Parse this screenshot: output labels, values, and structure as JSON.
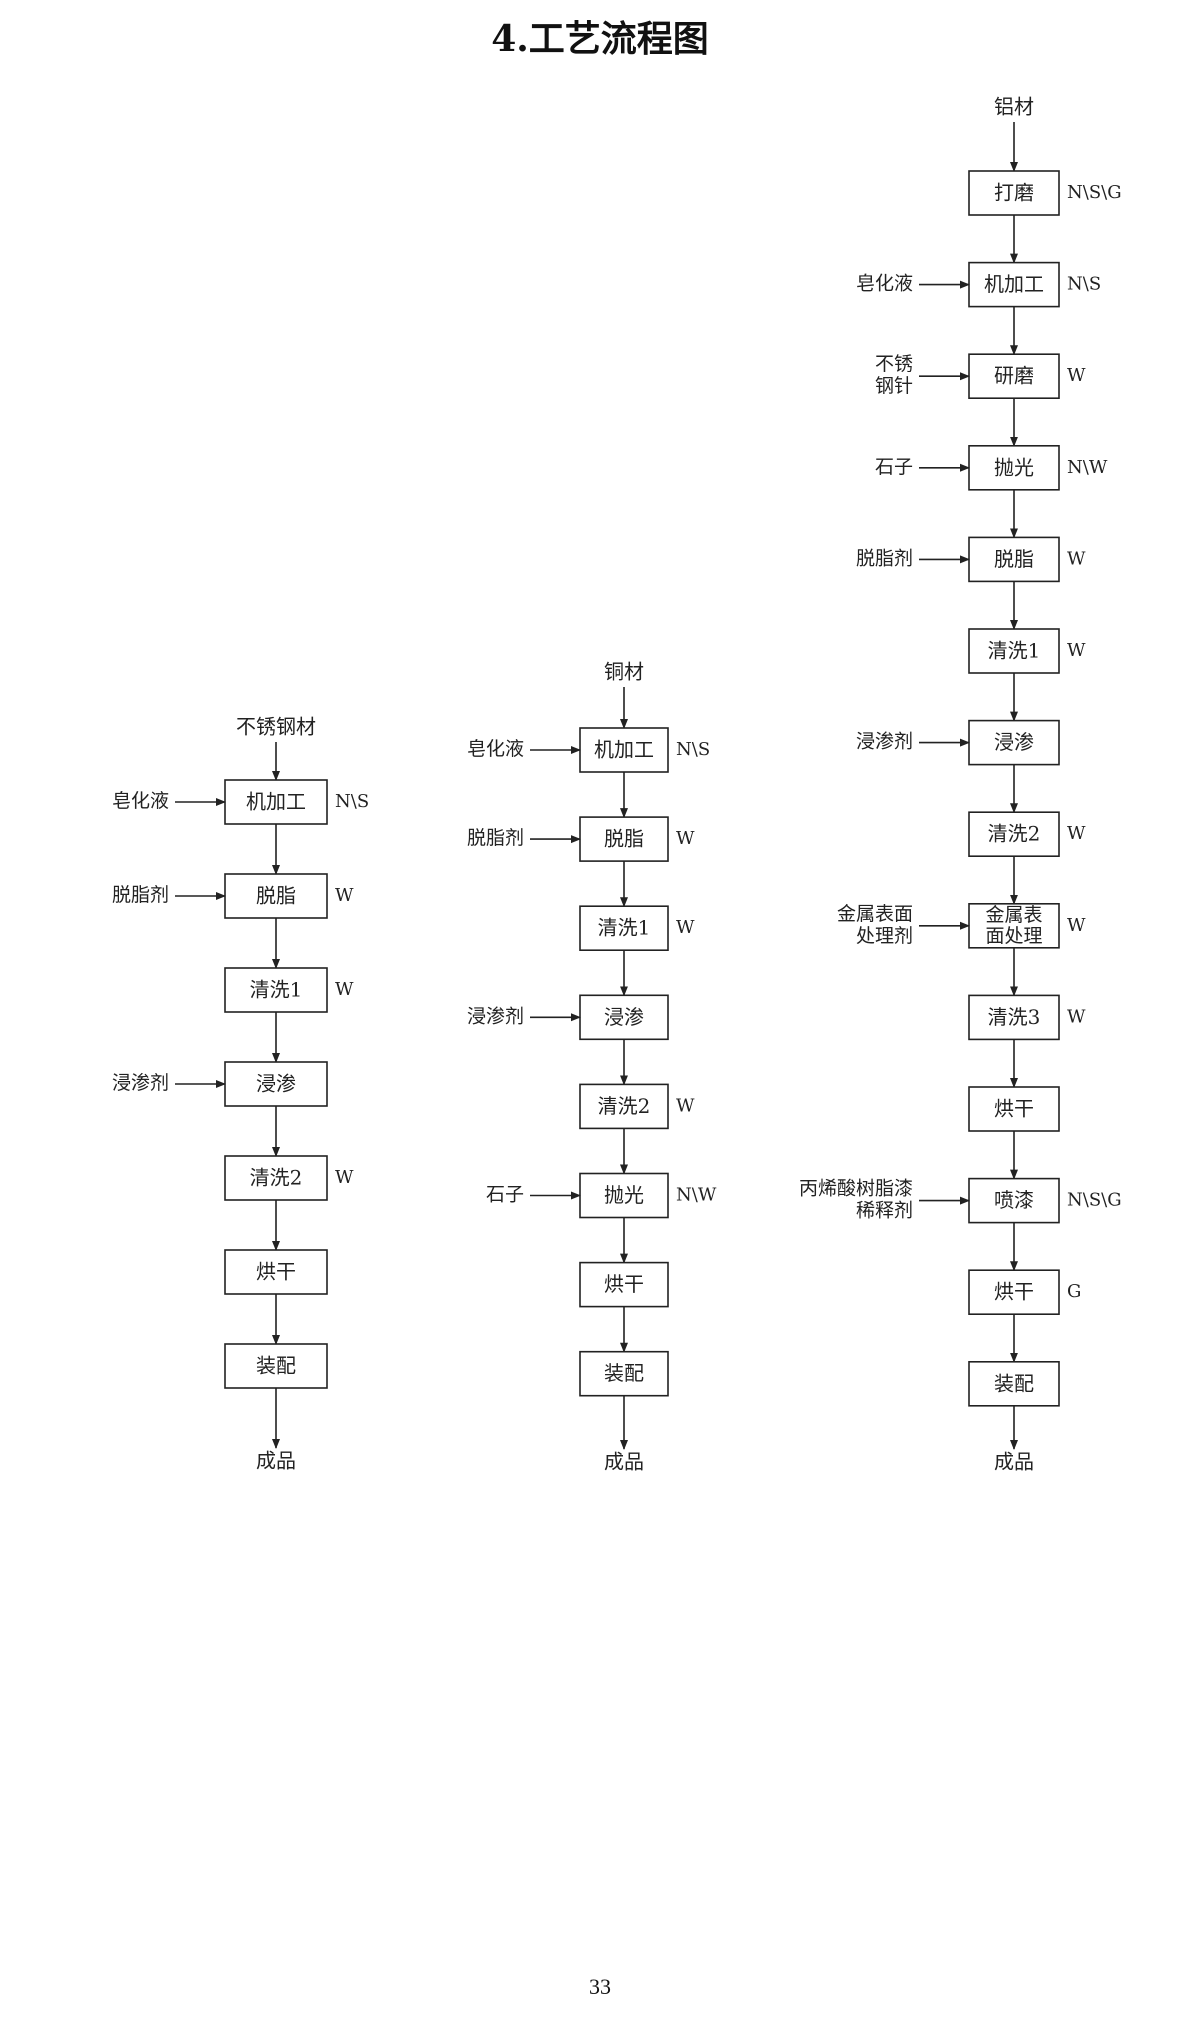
{
  "title": "4.工艺流程图",
  "page_number": "33",
  "flows": [
    {
      "id": "stainless",
      "source": "不锈钢材",
      "product": "成品",
      "steps": [
        {
          "label": [
            "机加工"
          ],
          "input": [
            "皂化液"
          ],
          "emission": "N\\S"
        },
        {
          "label": [
            "脱脂"
          ],
          "input": [
            "脱脂剂"
          ],
          "emission": "W"
        },
        {
          "label": [
            "清洗1"
          ],
          "input": [],
          "emission": "W"
        },
        {
          "label": [
            "浸渗"
          ],
          "input": [
            "浸渗剂"
          ],
          "emission": ""
        },
        {
          "label": [
            "清洗2"
          ],
          "input": [],
          "emission": "W"
        },
        {
          "label": [
            "烘干"
          ],
          "input": [],
          "emission": ""
        },
        {
          "label": [
            "装配"
          ],
          "input": [],
          "emission": ""
        }
      ]
    },
    {
      "id": "copper",
      "source": "铜材",
      "product": "成品",
      "steps": [
        {
          "label": [
            "机加工"
          ],
          "input": [
            "皂化液"
          ],
          "emission": "N\\S"
        },
        {
          "label": [
            "脱脂"
          ],
          "input": [
            "脱脂剂"
          ],
          "emission": "W"
        },
        {
          "label": [
            "清洗1"
          ],
          "input": [],
          "emission": "W"
        },
        {
          "label": [
            "浸渗"
          ],
          "input": [
            "浸渗剂"
          ],
          "emission": ""
        },
        {
          "label": [
            "清洗2"
          ],
          "input": [],
          "emission": "W"
        },
        {
          "label": [
            "抛光"
          ],
          "input": [
            "石子"
          ],
          "emission": "N\\W"
        },
        {
          "label": [
            "烘干"
          ],
          "input": [],
          "emission": ""
        },
        {
          "label": [
            "装配"
          ],
          "input": [],
          "emission": ""
        }
      ]
    },
    {
      "id": "aluminum",
      "source": "铝材",
      "product": "成品",
      "steps": [
        {
          "label": [
            "打磨"
          ],
          "input": [],
          "emission": "N\\S\\G"
        },
        {
          "label": [
            "机加工"
          ],
          "input": [
            "皂化液"
          ],
          "emission": "N\\S"
        },
        {
          "label": [
            "研磨"
          ],
          "input": [
            "不锈",
            "钢针"
          ],
          "emission": "W"
        },
        {
          "label": [
            "抛光"
          ],
          "input": [
            "石子"
          ],
          "emission": "N\\W"
        },
        {
          "label": [
            "脱脂"
          ],
          "input": [
            "脱脂剂"
          ],
          "emission": "W"
        },
        {
          "label": [
            "清洗1"
          ],
          "input": [],
          "emission": "W"
        },
        {
          "label": [
            "浸渗"
          ],
          "input": [
            "浸渗剂"
          ],
          "emission": ""
        },
        {
          "label": [
            "清洗2"
          ],
          "input": [],
          "emission": "W"
        },
        {
          "label": [
            "金属表",
            "面处理"
          ],
          "input": [
            "金属表面",
            "处理剂"
          ],
          "emission": "W"
        },
        {
          "label": [
            "清洗3"
          ],
          "input": [],
          "emission": "W"
        },
        {
          "label": [
            "烘干"
          ],
          "input": [],
          "emission": ""
        },
        {
          "label": [
            "喷漆"
          ],
          "input": [
            "丙烯酸树脂漆",
            "稀释剂"
          ],
          "emission": "N\\S\\G"
        },
        {
          "label": [
            "烘干"
          ],
          "input": [],
          "emission": "G"
        },
        {
          "label": [
            "装配"
          ],
          "input": [],
          "emission": ""
        }
      ]
    }
  ]
}
